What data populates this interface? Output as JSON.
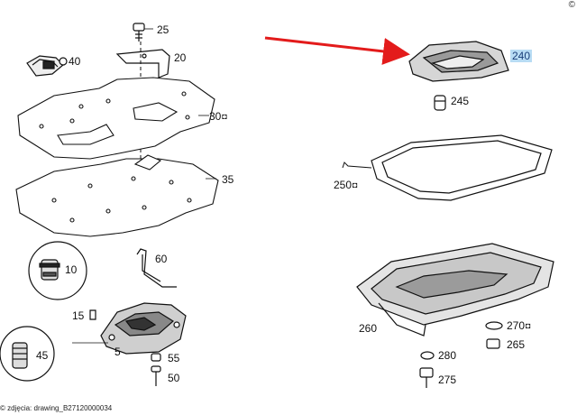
{
  "labels": {
    "p25": "25",
    "p20": "20",
    "p40": "40",
    "p30": "30",
    "p35": "35",
    "p60": "60",
    "p10": "10",
    "p15": "15",
    "p45": "45",
    "p5": "5",
    "p55": "55",
    "p50": "50",
    "p240": "240",
    "p245": "245",
    "p250": "250",
    "p260": "260",
    "p270": "270",
    "p265": "265",
    "p280": "280",
    "p275": "275"
  },
  "caption": "zdjęcia: drawing_B27120000034",
  "caption_mark": "©",
  "corner_mark": "©",
  "colors": {
    "arrow": "#e31b1b",
    "highlight_bg": "#b8dcf4",
    "line": "#111111"
  }
}
